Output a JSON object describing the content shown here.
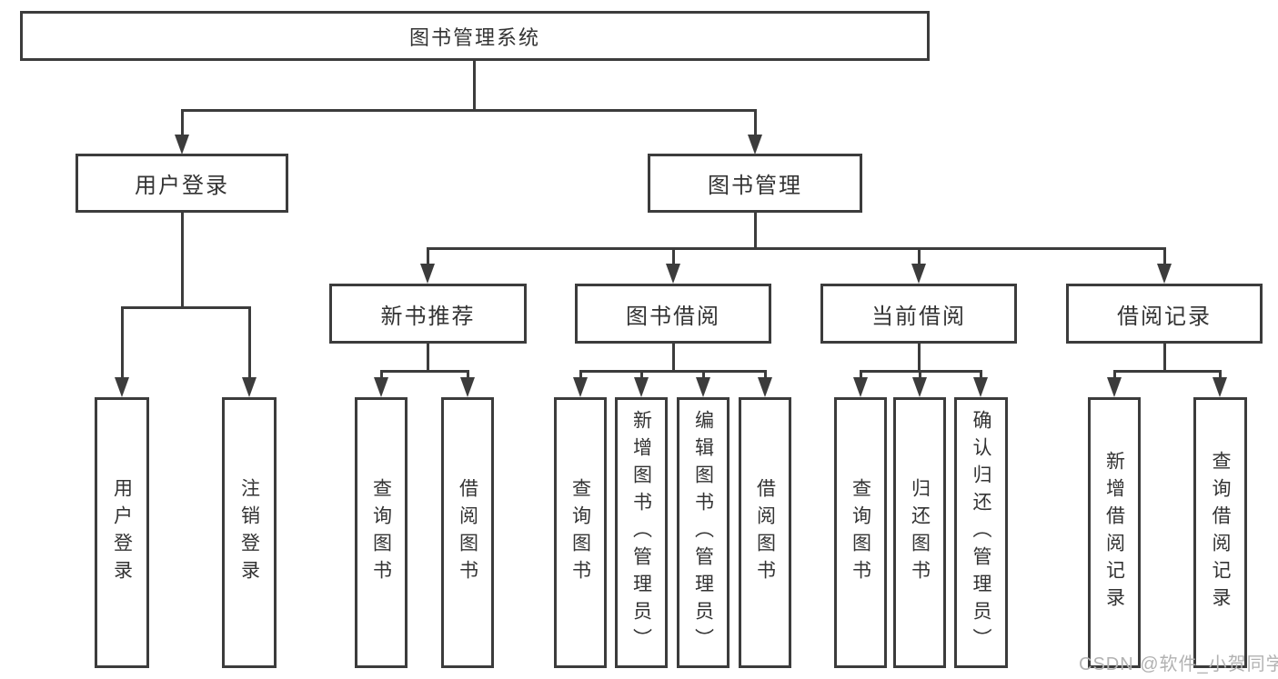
{
  "colors": {
    "line": "#3c3c3c",
    "text": "#333333",
    "background": "#ffffff",
    "watermark": "#b2b2b2"
  },
  "watermark": "CSDN @软件_小贺同学",
  "tree": {
    "root": {
      "label": "图书管理系统",
      "children": [
        {
          "label": "用户登录",
          "children": [
            {
              "label": "用户登录"
            },
            {
              "label": "注销登录"
            }
          ]
        },
        {
          "label": "图书管理",
          "children": [
            {
              "label": "新书推荐",
              "children": [
                {
                  "label": "查询图书"
                },
                {
                  "label": "借阅图书"
                }
              ]
            },
            {
              "label": "图书借阅",
              "children": [
                {
                  "label": "查询图书"
                },
                {
                  "label": "新增图书（管理员）"
                },
                {
                  "label": "编辑图书（管理员）"
                },
                {
                  "label": "借阅图书"
                }
              ]
            },
            {
              "label": "当前借阅",
              "children": [
                {
                  "label": "查询图书"
                },
                {
                  "label": "归还图书"
                },
                {
                  "label": "确认归还（管理员）"
                }
              ]
            },
            {
              "label": "借阅记录",
              "children": [
                {
                  "label": "新增借阅记录"
                },
                {
                  "label": "查询借阅记录"
                }
              ]
            }
          ]
        }
      ]
    }
  }
}
